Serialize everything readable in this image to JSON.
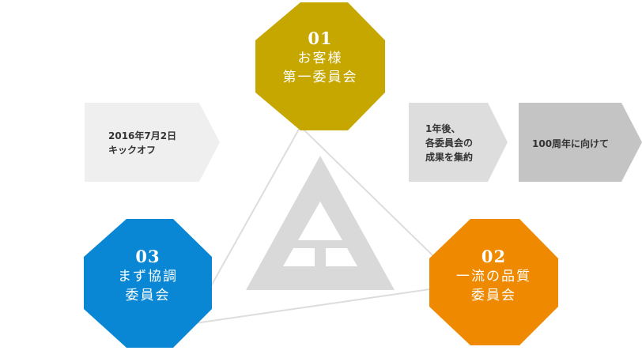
{
  "colors": {
    "committee_01": "#c6a700",
    "committee_02": "#ef8a00",
    "committee_03": "#0a87d4",
    "arrow_light": "#efefef",
    "arrow_mid": "#dddddd",
    "arrow_dark": "#c4c4c4",
    "triangle_line": "#dddddd",
    "logo": "#d9d9d9",
    "arrow_text": "#333333",
    "octagon_text": "#ffffff"
  },
  "timeline": {
    "start": "2016年7月2日\nキックオフ",
    "mid": "1年後、\n各委員会の\n成果を集約",
    "goal": "100周年に向けて"
  },
  "committees": [
    {
      "number": "01",
      "title": "お客様\n第一委員会"
    },
    {
      "number": "02",
      "title": "一流の品質\n委員会"
    },
    {
      "number": "03",
      "title": "まず協調\n委員会"
    }
  ],
  "icons": {
    "center_logo": "triangle-emblem-icon"
  }
}
